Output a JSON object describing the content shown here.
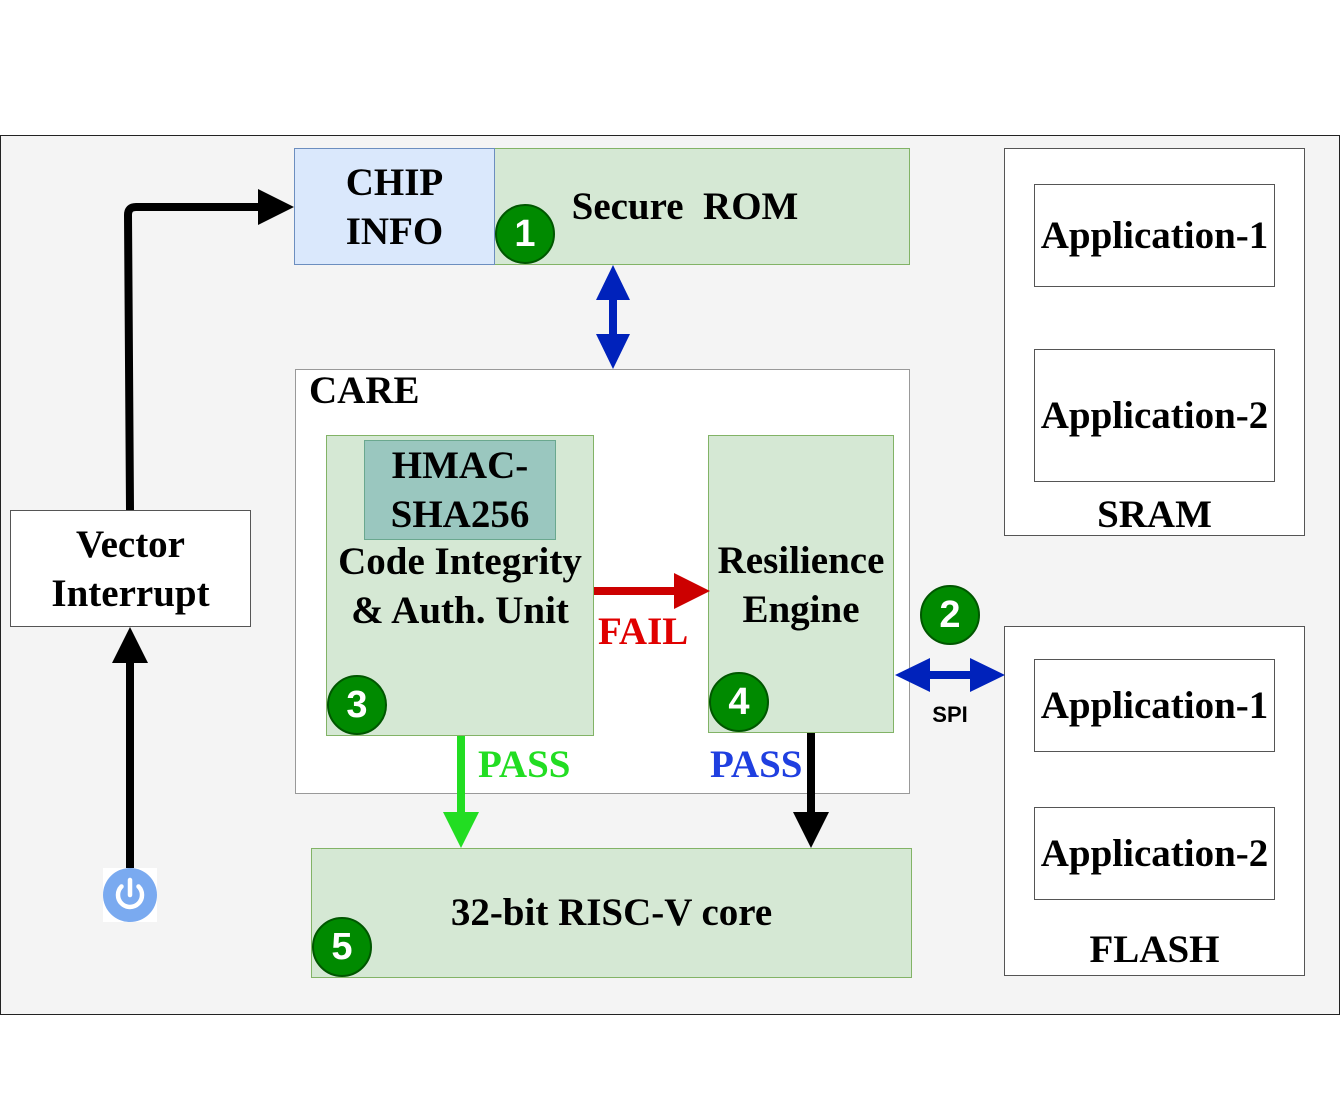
{
  "chip_info": {
    "line1": "CHIP",
    "line2": "INFO"
  },
  "secure_rom": {
    "label": "Secure  ROM",
    "badge": "1"
  },
  "care": {
    "label": "CARE"
  },
  "hmac": {
    "line1": "HMAC-",
    "line2": "SHA256"
  },
  "code_integrity": {
    "line1": "Code Integrity",
    "line2": "& Auth. Unit",
    "badge": "3"
  },
  "resilience": {
    "line1": "Resilience",
    "line2": "Engine",
    "badge": "4"
  },
  "fail_label": "FAIL",
  "pass_green_label": "PASS",
  "pass_blue_label": "PASS",
  "spi_badge": "2",
  "spi_label": "SPI",
  "vector_interrupt": {
    "line1": "Vector",
    "line2": "Interrupt"
  },
  "riscv": {
    "label": "32-bit RISC-V core",
    "badge": "5"
  },
  "sram": {
    "label": "SRAM",
    "apps": [
      "Application-1",
      "Application-2"
    ]
  },
  "flash": {
    "label": "FLASH",
    "apps": [
      "Application-1",
      "Application-2"
    ]
  },
  "power_icon": "power-icon",
  "colors": {
    "green_fill": "#d5e8d4",
    "blue_fill": "#dae8fc",
    "hmac_fill": "#9ac7bf",
    "badge": "#008a00",
    "fail": "#e00000",
    "pass_green": "#22dd22",
    "pass_blue": "#1f3fe0",
    "bidir_arrow": "#0022bb"
  }
}
